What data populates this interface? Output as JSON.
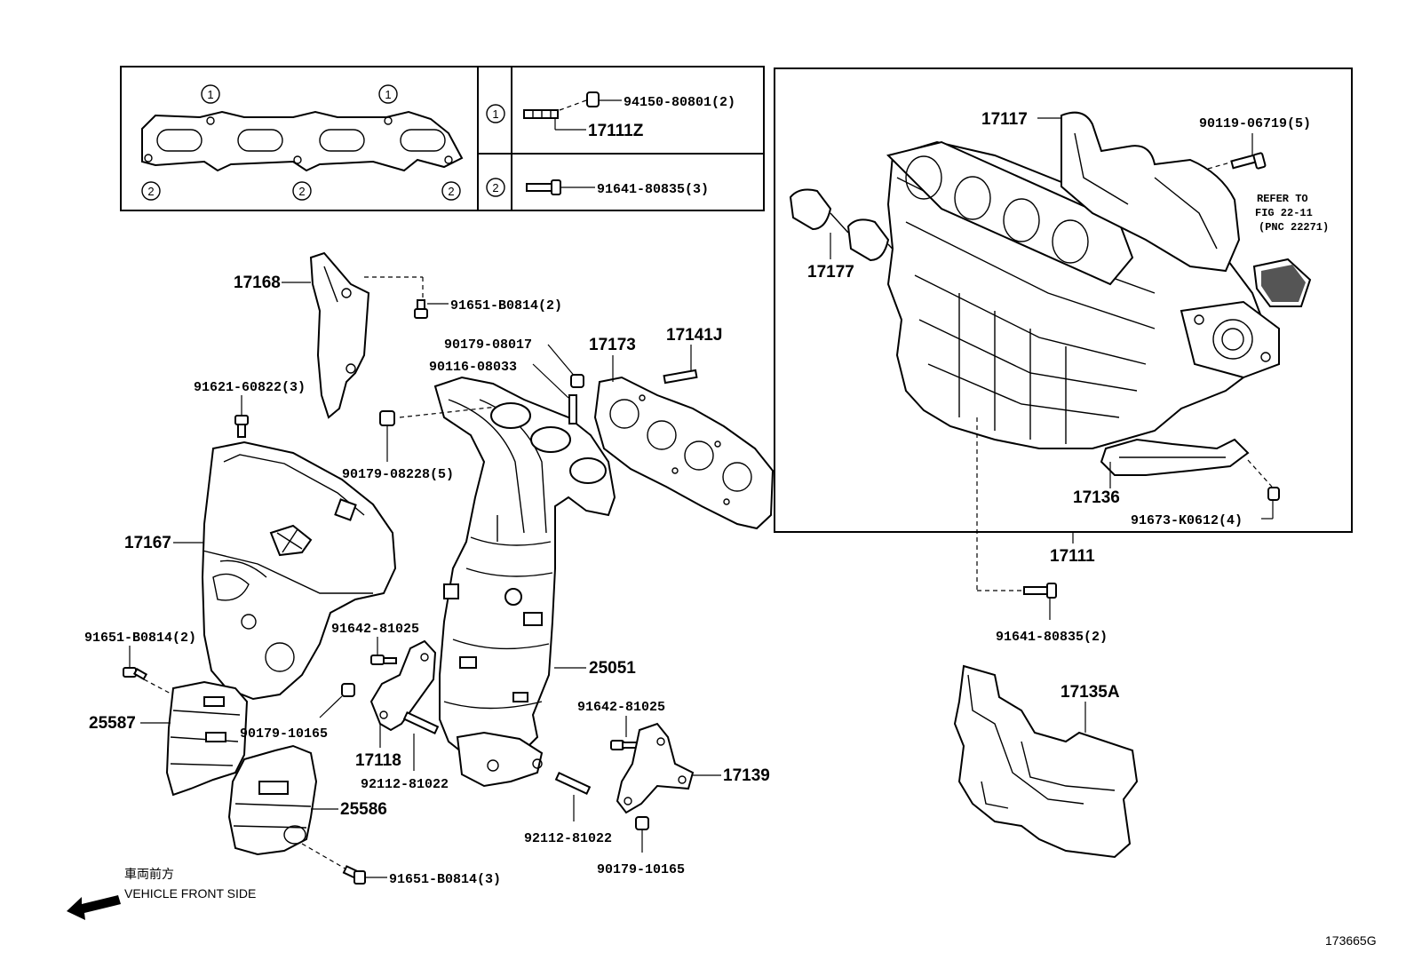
{
  "legend_box": {
    "circle_1": "1",
    "circle_2": "2",
    "row1_nut": "94150-80801(2)",
    "row1_stud": "17111Z",
    "row2_bolt": "91641-80835(3)"
  },
  "labels": {
    "p17117": "17117",
    "p90119": "90119-06719(5)",
    "refer_line1": "REFER TO",
    "refer_line2": "FIG 22-11",
    "refer_line3": "(PNC 22271)",
    "p17177": "17177",
    "p17136": "17136",
    "p91673": "91673-K0612(4)",
    "p17111": "17111",
    "p91641b": "91641-80835(2)",
    "p17135A": "17135A",
    "p17168": "17168",
    "p91651a": "91651-B0814(2)",
    "p90179a": "90179-08017",
    "p90116": "90116-08033",
    "p17173": "17173",
    "p17141J": "17141J",
    "p91621": "91621-60822(3)",
    "p90179b": "90179-08228(5)",
    "p17167": "17167",
    "p91651b": "91651-B0814(2)",
    "p91642a": "91642-81025",
    "p25051": "25051",
    "p25587": "25587",
    "p90179c": "90179-10165",
    "p17118": "17118",
    "p92112a": "92112-81022",
    "p91642b": "91642-81025",
    "p17139": "17139",
    "p25586": "25586",
    "p92112b": "92112-81022",
    "p90179d": "90179-10165",
    "p91651c": "91651-B0814(3)"
  },
  "direction": {
    "japanese": "車両前方",
    "english": "VEHICLE FRONT SIDE"
  },
  "figure_id": "173665G"
}
